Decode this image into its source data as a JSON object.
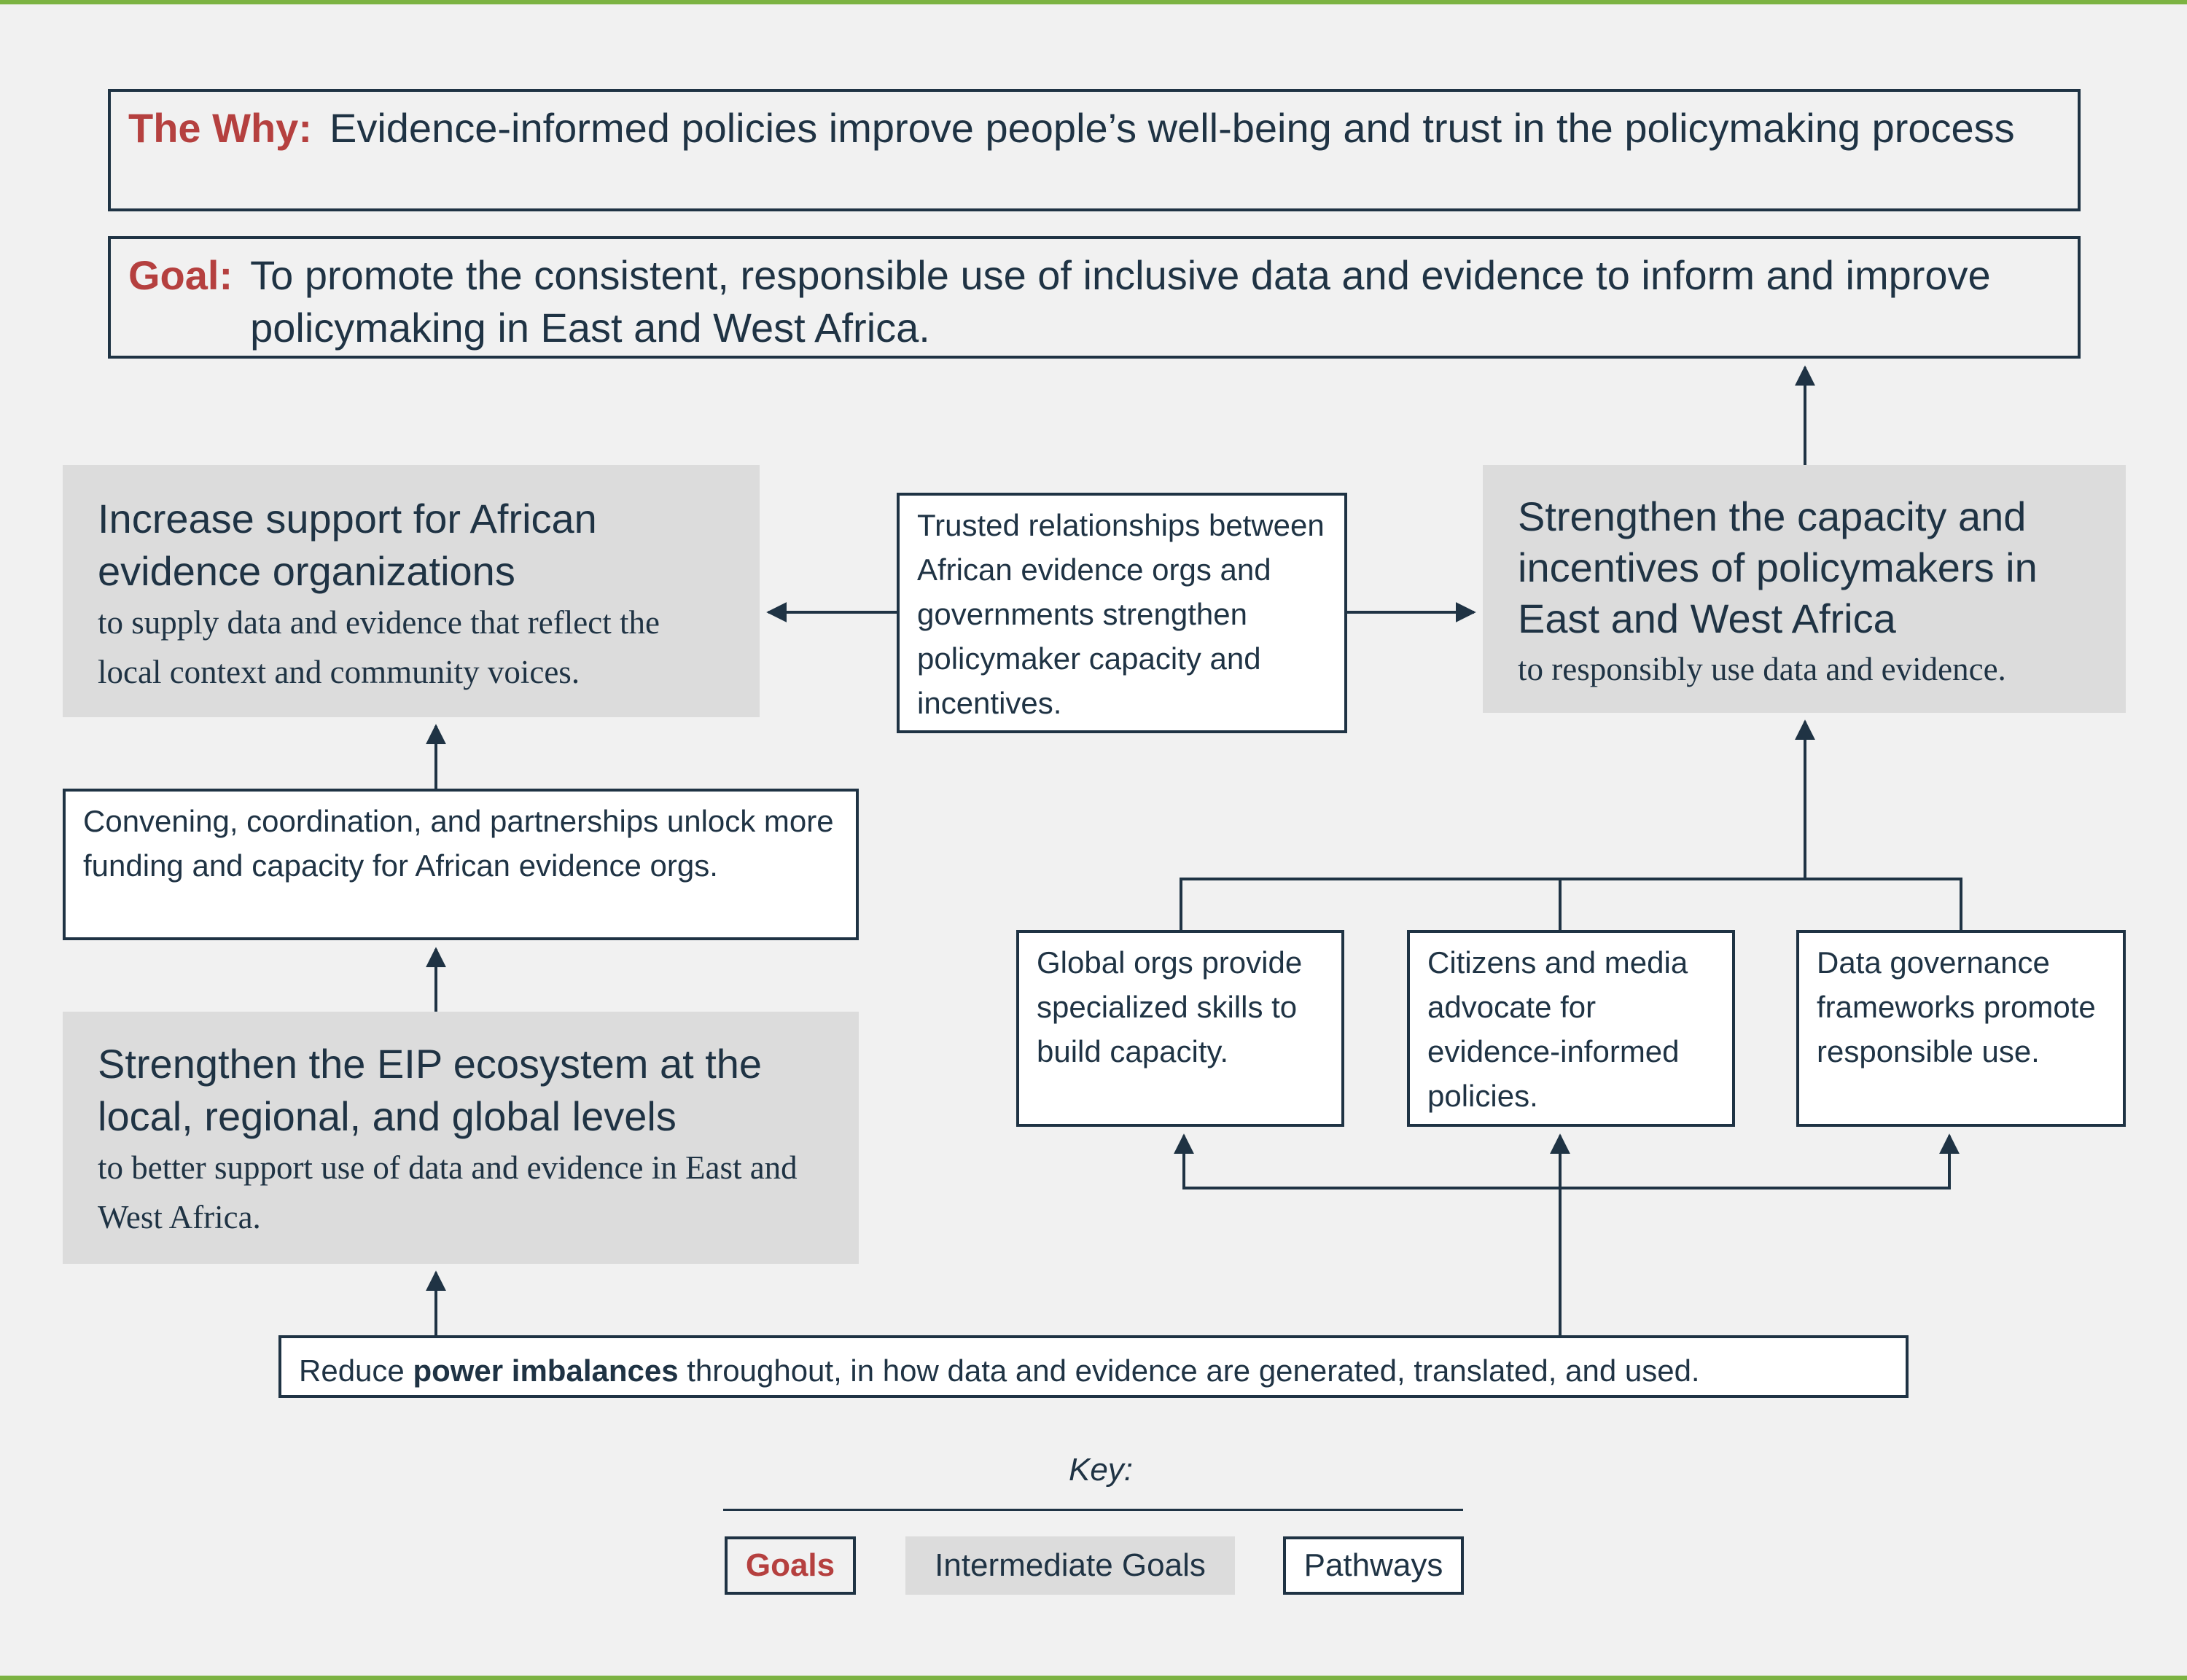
{
  "why": {
    "label": "The Why:",
    "text": "Evidence-informed policies improve people’s well-being and trust in the policymaking process"
  },
  "goal": {
    "label": "Goal:",
    "text": "To promote the consistent, responsible use of inclusive data and evidence to inform and improve policymaking in East and West Africa."
  },
  "intermediate_goals": {
    "support_orgs": {
      "title": "Increase support for African evidence organizations",
      "subtitle": "to supply data and evidence that reflect the local context and community voices."
    },
    "policymakers": {
      "title": "Strengthen the capacity and incentives of policymakers in East and West Africa",
      "subtitle": "to responsibly use data and evidence."
    },
    "ecosystem": {
      "title": "Strengthen the EIP ecosystem at the local, regional, and global levels",
      "subtitle": "to better support use of data and evidence in East and West Africa."
    }
  },
  "pathways": {
    "trusted": "Trusted relationships between African evidence orgs and governments strengthen policymaker capacity and incentives.",
    "convening": "Convening, coordination, and partnerships unlock more funding and capacity for African evidence orgs.",
    "global_orgs": "Global orgs provide specialized skills to build capacity.",
    "citizens": "Citizens and media advocate for evidence-informed policies.",
    "data_governance": "Data governance frameworks promote responsible use.",
    "power": {
      "prefix": "Reduce",
      "bold": "power imbalances",
      "suffix": "throughout, in how data and evidence are generated, translated, and used."
    }
  },
  "key": {
    "title": "Key:",
    "goals": "Goals",
    "intermediate": "Intermediate Goals",
    "pathways": "Pathways"
  },
  "colors": {
    "goal_label": "#b5403f",
    "line": "#1f3344",
    "intermediate_fill": "#dcdcdc",
    "background": "#f1f1f1",
    "accent_rule": "#7cb342"
  }
}
